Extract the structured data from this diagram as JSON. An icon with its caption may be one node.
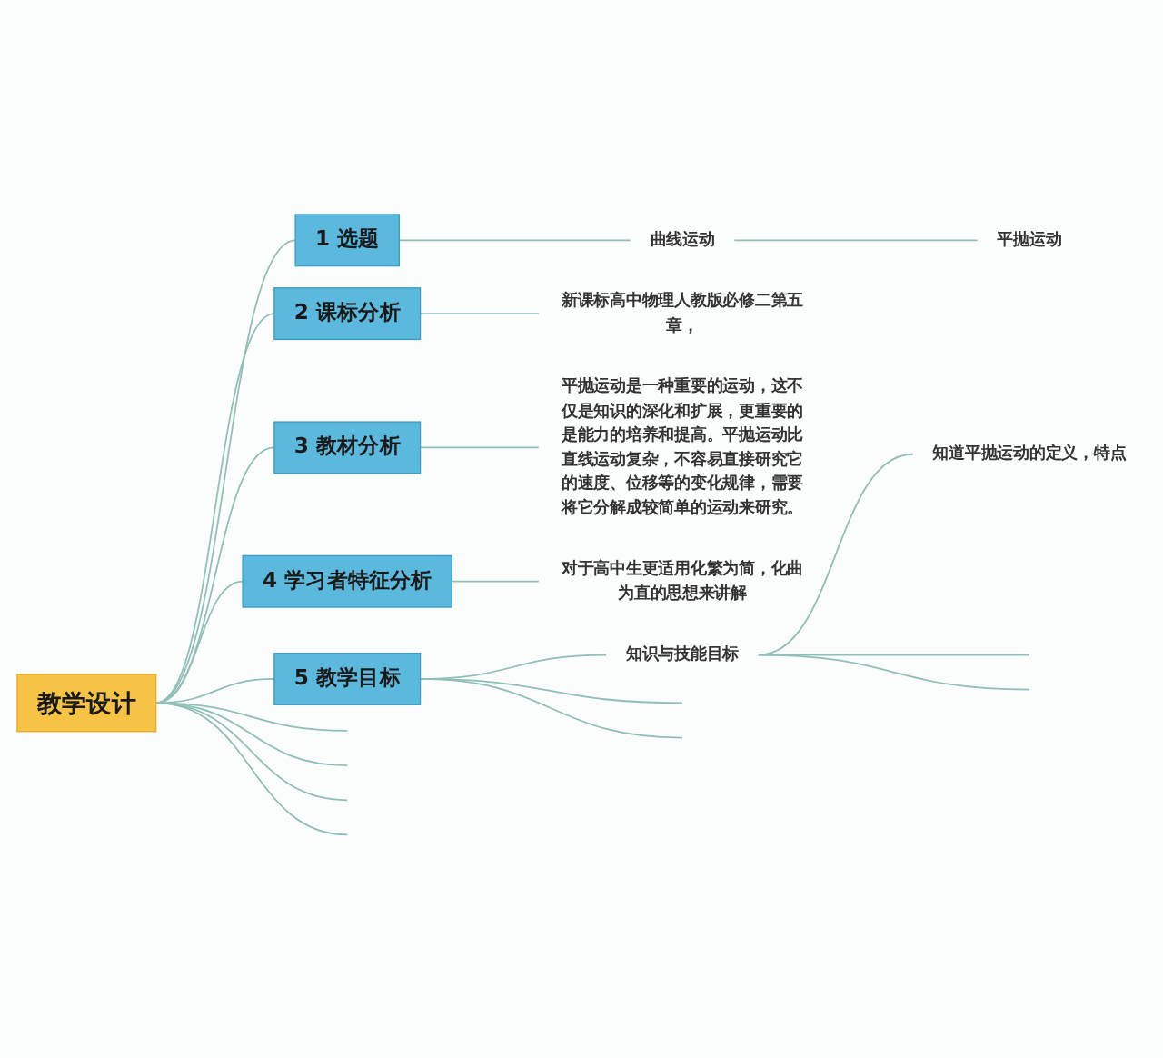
{
  "diagram": {
    "nodes": [
      {
        "text": [
          "教学设计"
        ]
      },
      {
        "text": [
          "1 选题"
        ]
      },
      {
        "text": [
          "2 课标分析"
        ]
      },
      {
        "text": [
          "3 教材分析"
        ]
      },
      {
        "text": [
          "4 学习者特征分析"
        ]
      },
      {
        "text": [
          "5 教学目标"
        ]
      },
      {
        "text": [
          "曲线运动"
        ]
      },
      {
        "text": [
          "平抛运动"
        ]
      },
      {
        "text": [
          "新课标高中物理人教版必修二第五章，"
        ]
      },
      {
        "text": [
          "平抛运动是一种重要的运动，这不仅是知识的深化和扩展，更重要的是能力的培养和提高。平抛运动比直线运动复杂，不容易直接研究它的速度、位移等的变化规律，需要将它分解成较简单的运动来研究。"
        ]
      },
      {
        "text": [
          "对于高中生更适用化繁为简，化曲为直的思想来讲解"
        ]
      },
      {
        "text": [
          "知识与技能目标"
        ]
      },
      {
        "text": [
          "知道平抛运动的定义，特点"
        ]
      }
    ],
    "edges": [
      {
        "from": 0,
        "to": 1,
        "arrow": "none"
      },
      {
        "from": 0,
        "to": 2,
        "arrow": "none"
      },
      {
        "from": 0,
        "to": 3,
        "arrow": "none"
      },
      {
        "from": 0,
        "to": 4,
        "arrow": "none"
      },
      {
        "from": 0,
        "to": 5,
        "arrow": "none"
      },
      {
        "from": 0,
        "to": null,
        "arrow": "none"
      },
      {
        "from": 0,
        "to": null,
        "arrow": "none"
      },
      {
        "from": 0,
        "to": null,
        "arrow": "none"
      },
      {
        "from": 0,
        "to": null,
        "arrow": "none"
      },
      {
        "from": 1,
        "to": 6,
        "arrow": "none"
      },
      {
        "from": 6,
        "to": 7,
        "arrow": "none"
      },
      {
        "from": 2,
        "to": 8,
        "arrow": "none"
      },
      {
        "from": 3,
        "to": 9,
        "arrow": "none"
      },
      {
        "from": 4,
        "to": 10,
        "arrow": "none"
      },
      {
        "from": 5,
        "to": 11,
        "arrow": "none"
      },
      {
        "from": 5,
        "to": null,
        "arrow": "none"
      },
      {
        "from": 5,
        "to": null,
        "arrow": "none"
      },
      {
        "from": 11,
        "to": 12,
        "arrow": "none"
      },
      {
        "from": 11,
        "to": null,
        "arrow": "none"
      },
      {
        "from": 11,
        "to": null,
        "arrow": "none"
      }
    ]
  }
}
